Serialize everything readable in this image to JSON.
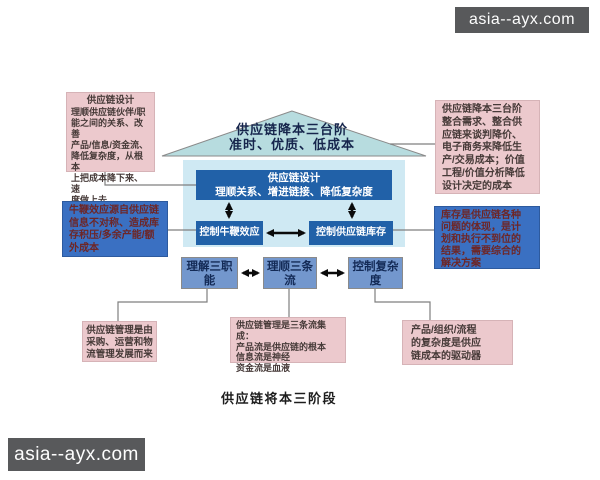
{
  "watermarks": {
    "top_right": "asia--ayx.com",
    "bottom_left": "asia--ayx.com"
  },
  "roof": {
    "lines": [
      "供应链降本三台阶",
      "准时、优质、低成本"
    ]
  },
  "house": {
    "design": {
      "title": "供应链设计",
      "subtitle": "理顺关系、增进链接、降低复杂度"
    },
    "bullwhip": {
      "label": "控制牛鞭效应"
    },
    "inventory": {
      "label": "控制供应链库存"
    }
  },
  "pillars": {
    "functions": {
      "lines": [
        "理解三职",
        "能"
      ]
    },
    "flows": {
      "lines": [
        "理顺三条",
        "流"
      ]
    },
    "complexity": {
      "lines": [
        "控制复杂",
        "度"
      ]
    }
  },
  "notes": {
    "design": {
      "title": "供应链设计",
      "lines": [
        "理顺供应链伙伴/职",
        "能之间的关系、改善",
        "产品/信息/资金流、",
        "降低复杂度，从根本",
        "上把成本降下来、速",
        "度做上去"
      ]
    },
    "bullwhip": {
      "lines": [
        "牛鞭效应源自供应链",
        "信息不对称、造成库",
        "存积压/多余产能/额",
        "外成本"
      ]
    },
    "cost_reduction": {
      "lines": [
        "供应链降本三台阶",
        "整合需求、整合供",
        "应链来谈判降价、",
        "电子商务来降低生",
        "产/交易成本；价值",
        "工程/价值分析降低",
        "设计决定的成本"
      ]
    },
    "inventory": {
      "lines": [
        "库存是供应链各种",
        "问题的体现，是计",
        "划和执行不到位的",
        "结果，需要综合的",
        "解决方案"
      ]
    },
    "origin": {
      "lines": [
        "供应链管理是由",
        "采购、运营和物",
        "流管理发展而来"
      ]
    },
    "three_flows": {
      "lines": [
        "供应链管理是三条流集成：",
        "产品流是供应链的根本",
        "信息流是神经",
        "资金流是血液"
      ]
    },
    "complexity_driver": {
      "lines": [
        "产品/组织/流程",
        "的复杂度是供应",
        "链成本的驱动器"
      ]
    }
  },
  "caption": "供应链将本三阶段",
  "colors": {
    "roof_fill": "#b7dcdf",
    "container_fill": "#cfe9f3",
    "core_blue": "#2161a8",
    "pillar_blue": "#7397cd",
    "note_blue": "#3a70c2",
    "note_pink": "#ecc9cd",
    "note_blue_text": "#6e2626",
    "connector_gray": "#7f7f7f",
    "arrow_black": "#0a0a0a",
    "watermark_bg": "#58595b"
  }
}
